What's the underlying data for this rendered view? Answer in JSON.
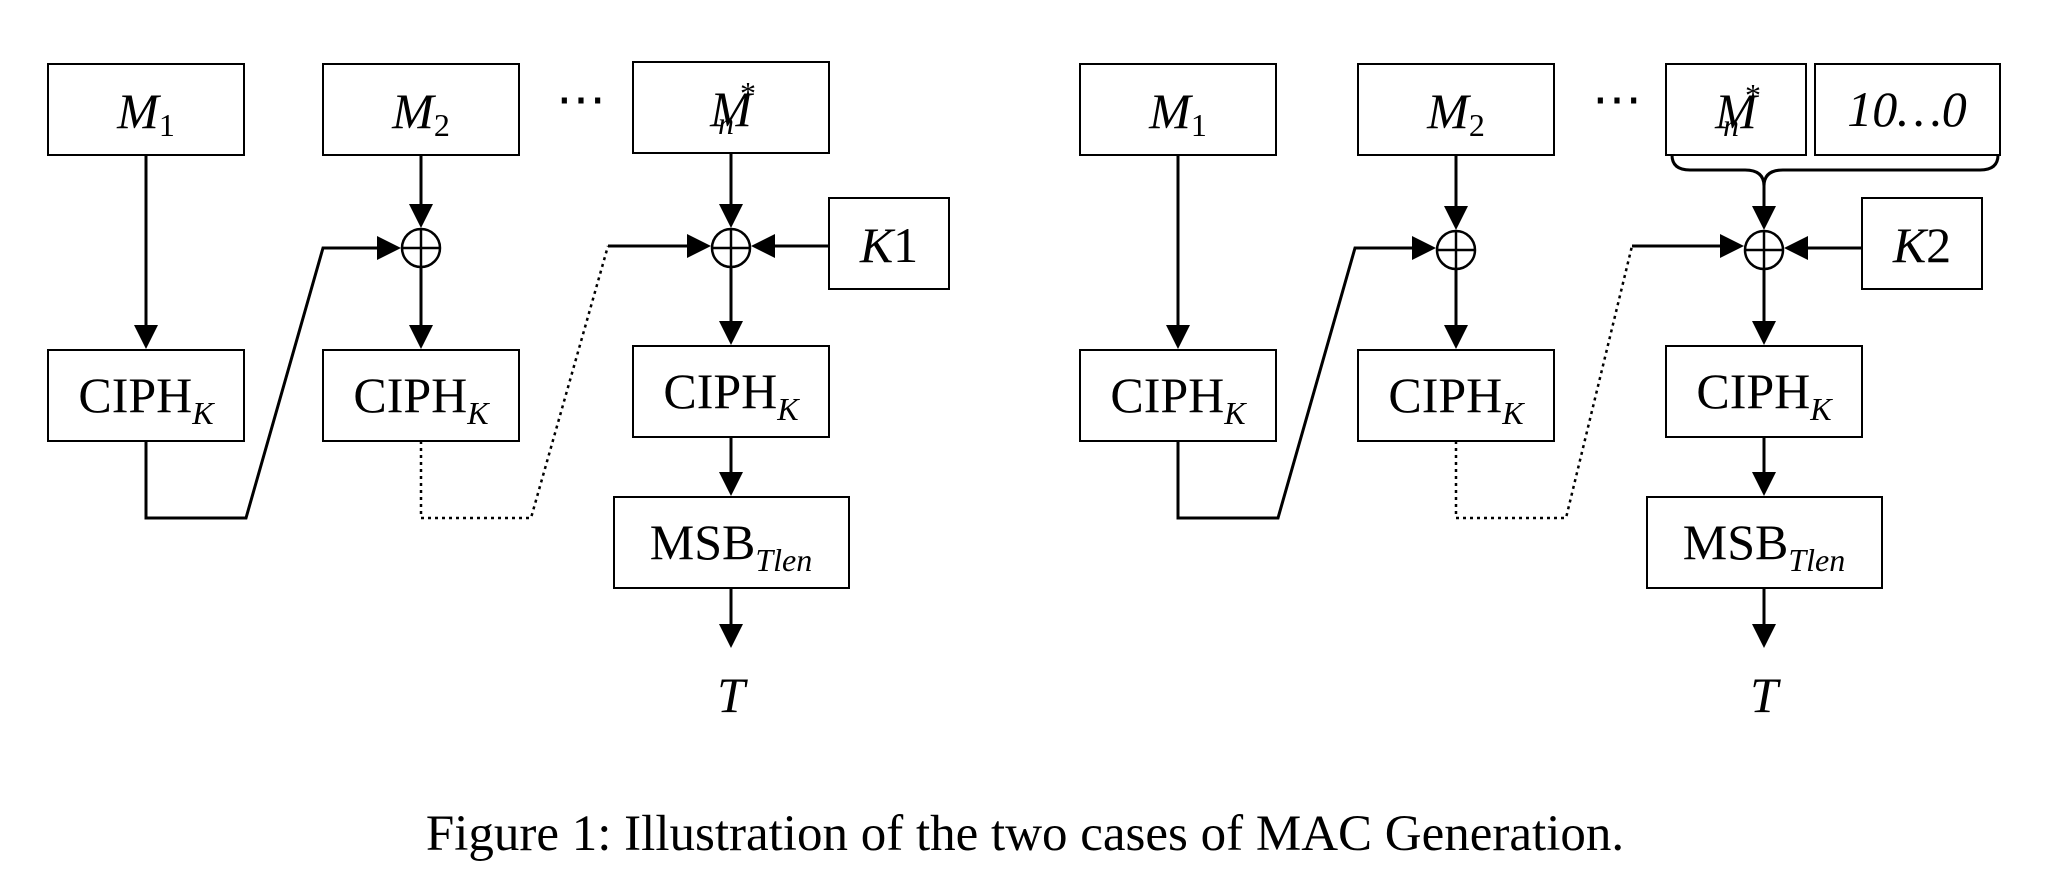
{
  "figure": {
    "caption": "Figure 1:  Illustration of the two cases of MAC Generation.",
    "ellipsis": "⋯",
    "cases": [
      {
        "blocks": [
          {
            "main": "M",
            "sub": "1"
          },
          {
            "main": "M",
            "sub": "2"
          },
          {
            "main": "M",
            "sub": "n",
            "sup": "*"
          }
        ],
        "cipher": {
          "main": "CIPH",
          "sub": "K"
        },
        "key": {
          "main": "K",
          "suffix": "1"
        },
        "msb": {
          "main": "MSB",
          "sub": "Tlen"
        },
        "output": "T"
      },
      {
        "blocks": [
          {
            "main": "M",
            "sub": "1"
          },
          {
            "main": "M",
            "sub": "2"
          },
          {
            "main": "M",
            "sub": "n",
            "sup": "*"
          }
        ],
        "padding": "10…0",
        "cipher": {
          "main": "CIPH",
          "sub": "K"
        },
        "key": {
          "main": "K",
          "suffix": "2"
        },
        "msb": {
          "main": "MSB",
          "sub": "Tlen"
        },
        "output": "T"
      }
    ]
  }
}
